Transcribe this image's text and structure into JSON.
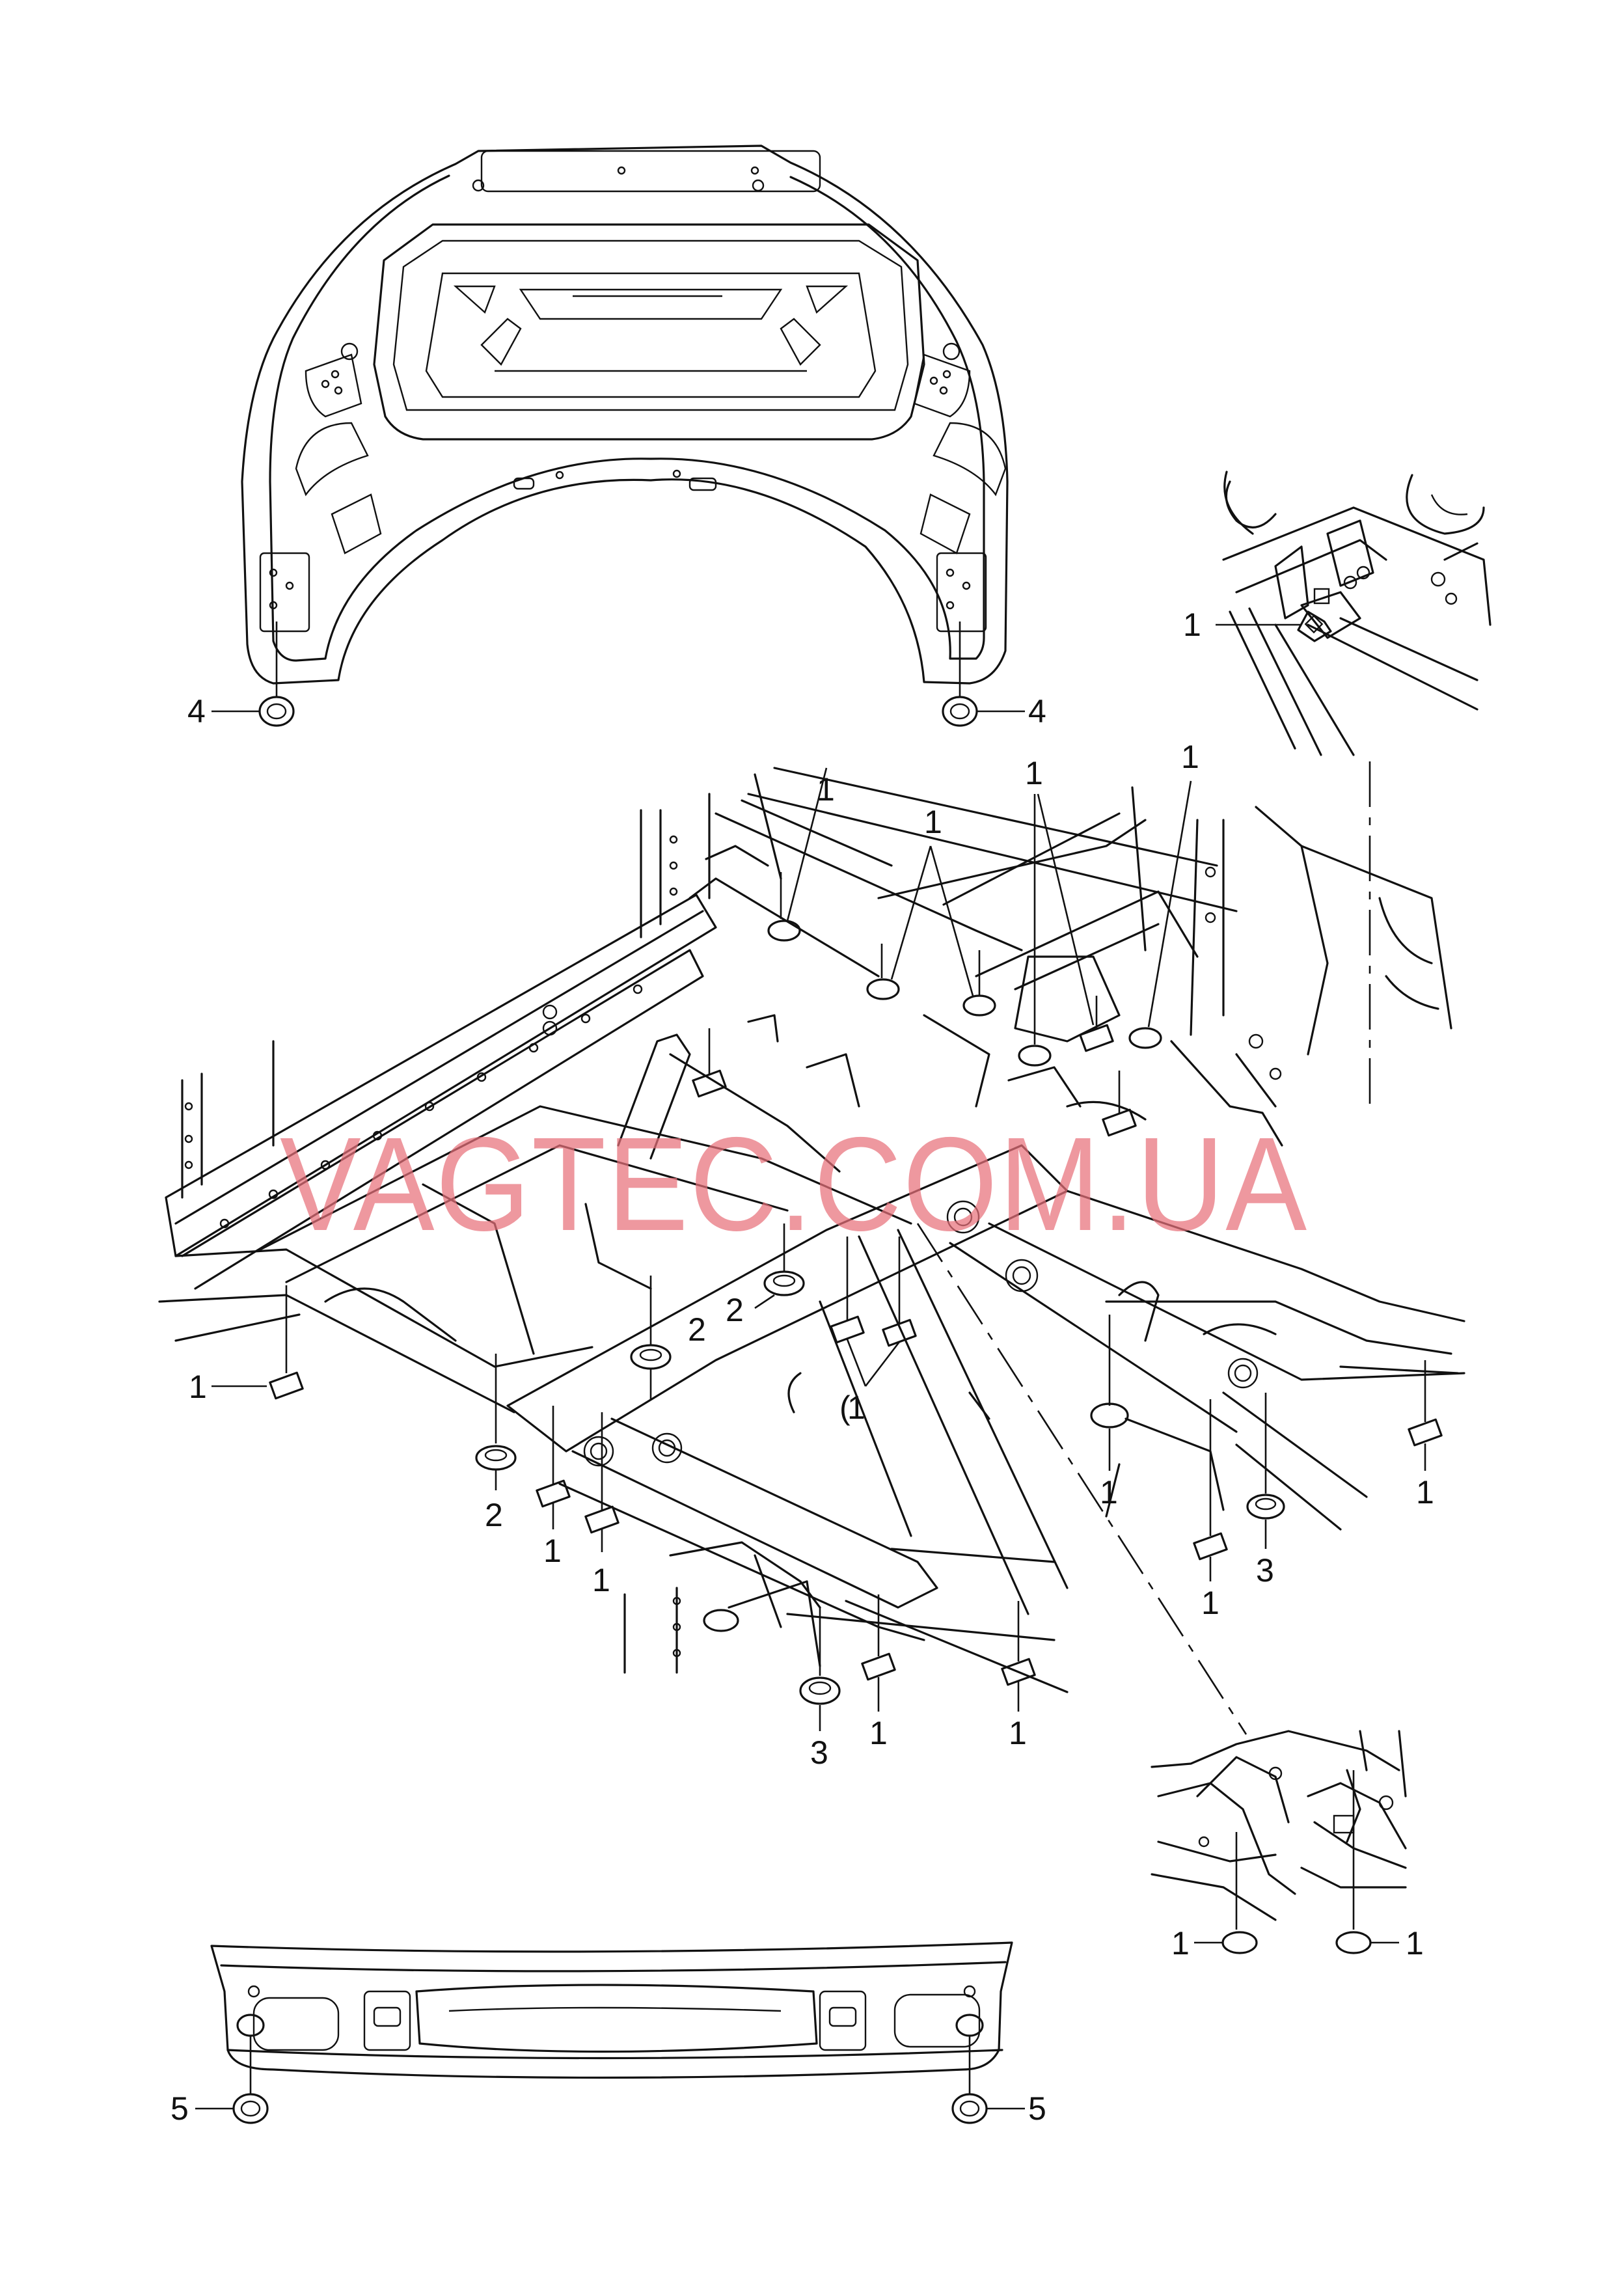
{
  "watermark": "VAGTEC.COM.UA",
  "callouts": {
    "c1": "1",
    "c2": "2",
    "c3": "3",
    "c4": "4",
    "c5": "5"
  },
  "parts": [
    {
      "callout": "1",
      "shape": "square/oval stopper plug"
    },
    {
      "callout": "2",
      "shape": "round plug"
    },
    {
      "callout": "3",
      "shape": "round plug"
    },
    {
      "callout": "4",
      "shape": "round plug (bonnet)"
    },
    {
      "callout": "5",
      "shape": "round plug (rear cross member)"
    }
  ]
}
